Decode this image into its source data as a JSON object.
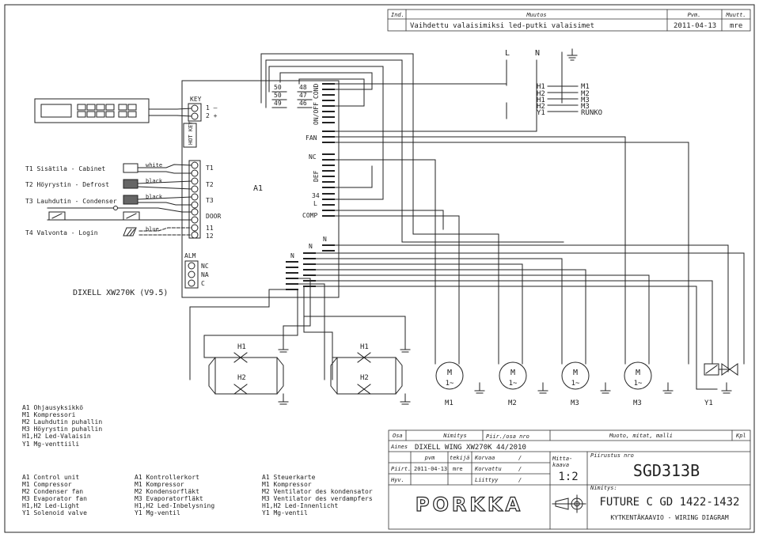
{
  "revision": {
    "headers": [
      "Ind.",
      "Muutos",
      "Pvm.",
      "Muutt."
    ],
    "row": {
      "desc": "Vaihdettu valaisimiksi led-putki valaisimet",
      "date": "2011-04-13",
      "by": "mre"
    }
  },
  "supply": {
    "l": "L",
    "n": "N"
  },
  "terminal_legend": {
    "left": [
      "H1",
      "H2",
      "H1",
      "H2",
      "Y1"
    ],
    "right": [
      "M1",
      "M2",
      "M3",
      "M3",
      "RUNKO"
    ]
  },
  "controller": {
    "name": "DIXELL XW270K (V9.5)",
    "id": "A1",
    "key_label": "KEY",
    "key_terms": [
      "1 –",
      "2 +"
    ],
    "hot_key": "HOT KEY",
    "input_terms": [
      "T1",
      "T2",
      "T3",
      "DOOR",
      "11",
      "12"
    ],
    "alarm": {
      "label": "ALM",
      "terms": [
        "NC",
        "NA",
        "C"
      ]
    },
    "relay_nums": [
      "50",
      "48",
      "50",
      "47",
      "49",
      "46",
      "34"
    ],
    "outputs": [
      "COND",
      "ON/OFF",
      "FAN",
      "NC",
      "DEF",
      "L",
      "COMP",
      "N",
      "N",
      "N"
    ]
  },
  "sensors": [
    {
      "label": "T1  Sisätila - Cabinet",
      "wire": "white"
    },
    {
      "label": "T2  Höyrystin - Defrost",
      "wire": "black"
    },
    {
      "label": "T3  Lauhdutin - Condenser",
      "wire": "black"
    },
    {
      "label": "T4  Valvonta - Login",
      "wire": "blue"
    }
  ],
  "lamps": [
    {
      "top": "H1",
      "bottom": "H2"
    },
    {
      "top": "H1",
      "bottom": "H2"
    }
  ],
  "motors": [
    {
      "symbol": "M",
      "sub": "1~",
      "label": "M1"
    },
    {
      "symbol": "M",
      "sub": "1~",
      "label": "M2"
    },
    {
      "symbol": "M",
      "sub": "1~",
      "label": "M3"
    },
    {
      "symbol": "M",
      "sub": "1~",
      "label": "M3"
    }
  ],
  "valve": {
    "label": "Y1"
  },
  "legend_fi": [
    "A1  Ohjausyksikkö",
    "M1  Kompressori",
    "M2  Lauhdutin puhallin",
    "M3  Höyrystin puhallin",
    "H1,H2  Led-Valaisin",
    "Y1  Mg-venttiili"
  ],
  "legend_en": [
    "A1  Control unit",
    "M1  Compressor",
    "M2  Condenser fan",
    "M3  Evaporator fan",
    "H1,H2  Led-Light",
    "Y1  Solenoid valve"
  ],
  "legend_sv": [
    "A1  Kontrollerkort",
    "M1  Kompressor",
    "M2  Kondensorfläkt",
    "M3  Evaporatorfläkt",
    "H1,H2  Led-Inbelysning",
    "Y1  Mg-ventil"
  ],
  "legend_de": [
    "A1  Steuerkarte",
    "M1  Kompressor",
    "M2  Ventilator des kondensator",
    "M3  Ventilator des verdampfers",
    "H1,H2  Led-Innenlicht",
    "Y1  Mg-ventil"
  ],
  "title_block": {
    "osa": "Osa",
    "nimitys": "Nimitys",
    "piir_osa_nro": "Piir./osa nro",
    "muoto": "Muoto, mitat, malli",
    "kpl": "Kpl",
    "aines_label": "Aines",
    "aines_value": "DIXELL WING XW270K 44/2010",
    "pvm": "pvm",
    "tekija": "tekijä",
    "korvaa": "Korvaa",
    "korvattu": "Korvattu",
    "liittyy": "Liittyy",
    "slash": "/",
    "piirt": "Piirt.",
    "piirt_date": "2011-04-13",
    "piirt_by": "mre",
    "hyv": "Hyv.",
    "mittakaava_1": "Mitta-",
    "mittakaava_2": "kaava",
    "scale": "1:2",
    "piirustus_nro": "Piirustus nro",
    "drawing_no": "SGD313B",
    "nimitys2": "Nimitys:",
    "product": "FUTURE C GD 1422-1432",
    "subtitle": "KYTKENTÄKAAVIO - WIRING DIAGRAM",
    "logo": "PORKKA"
  }
}
